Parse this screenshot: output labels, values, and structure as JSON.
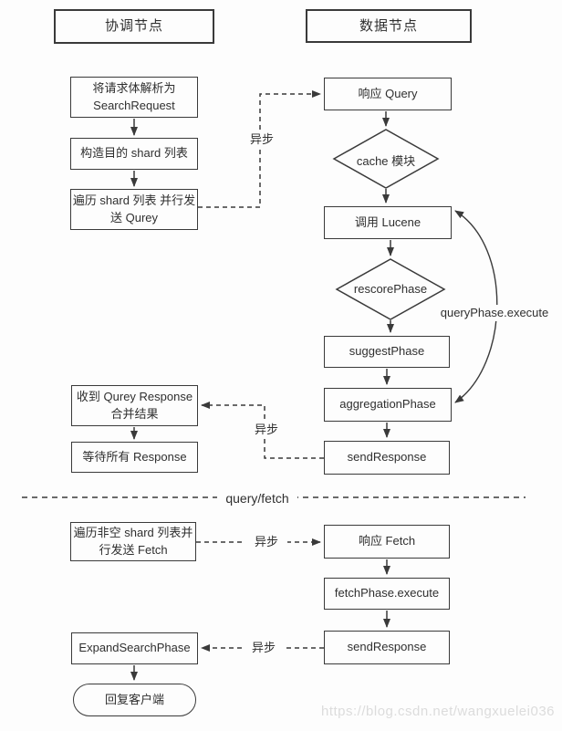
{
  "headers": {
    "coordinator": "协调节点",
    "data_node": "数据节点"
  },
  "coordinator": {
    "parse_request": "将请求体解析为\nSearchRequest",
    "build_shard_list": "构造目的 shard 列表",
    "iterate_shard_query": "遍历 shard 列表 并行发\n送 Qurey",
    "receive_merge": "收到 Qurey Response\n合并结果",
    "wait_all_response": "等待所有 Response",
    "iterate_nonempty_fetch": "遍历非空 shard 列表并\n行发送 Fetch",
    "expand_search_phase": "ExpandSearchPhase",
    "reply_client": "回复客户端"
  },
  "data_node": {
    "respond_query": "响应 Query",
    "cache_module": "cache 模块",
    "call_lucene": "调用 Lucene",
    "rescore_phase": "rescorePhase",
    "suggest_phase": "suggestPhase",
    "aggregation_phase": "aggregationPhase",
    "send_response_query": "sendResponse",
    "respond_fetch": "响应 Fetch",
    "fetch_phase_execute": "fetchPhase.execute",
    "send_response_fetch": "sendResponse"
  },
  "labels": {
    "async_query": "异步",
    "async_merge": "异步",
    "async_fetch": "异步",
    "async_expand": "异步",
    "divider": "query/fetch",
    "query_phase_execute": "queryPhase.execute"
  },
  "watermark": "https://blog.csdn.net/wangxuelei036",
  "colors": {
    "line": "#3a3a3a",
    "text": "#2f2f2f",
    "watermark": "#dcdcdc"
  }
}
